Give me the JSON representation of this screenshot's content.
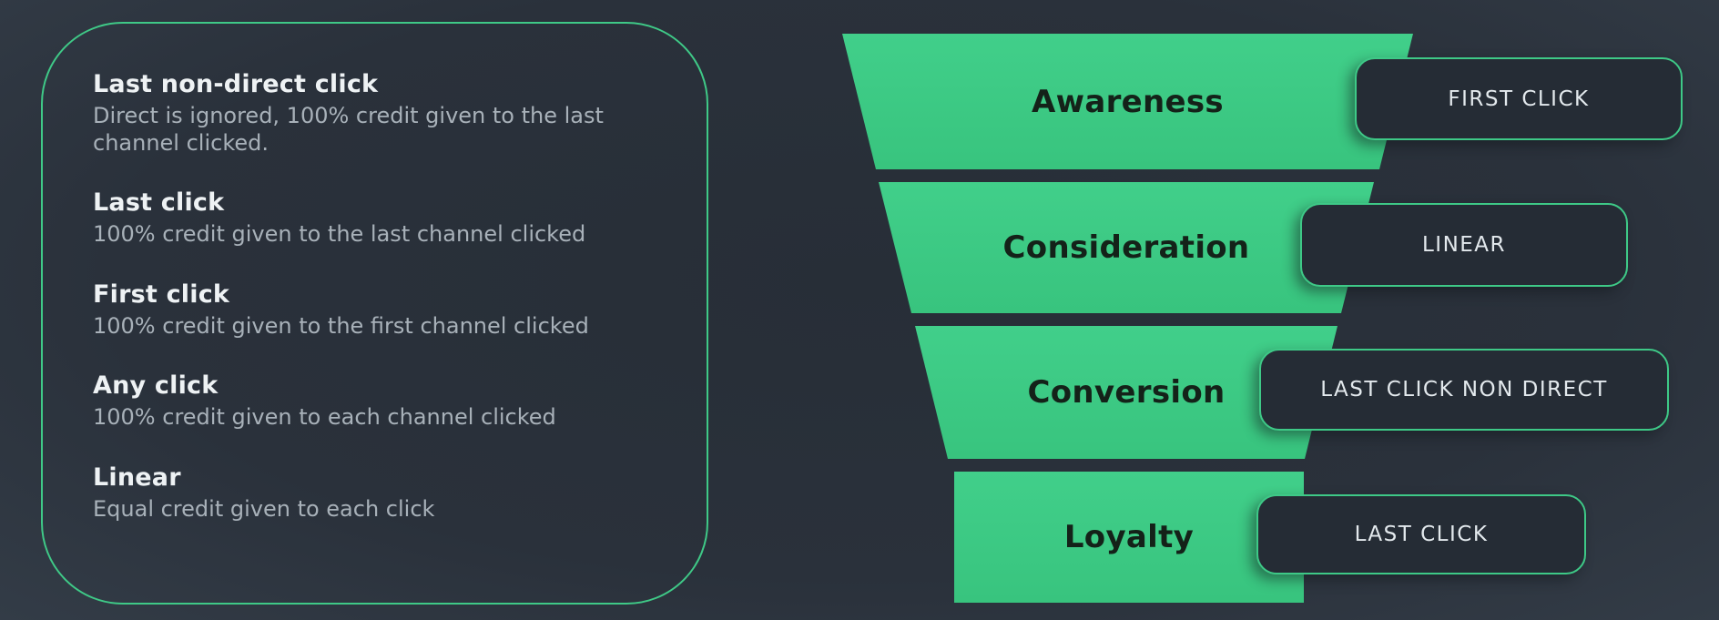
{
  "colors": {
    "background": "#2a313b",
    "funnel_green": "#3dca85",
    "accent_border": "#3fc987",
    "badge_background": "#252c35",
    "badge_text": "#e3e9ed",
    "heading_text": "#eef2f4",
    "body_text": "#a8b1b9",
    "funnel_label_text": "#142219"
  },
  "definitions": {
    "items": [
      {
        "term": "Last non-direct click",
        "description": "Direct is ignored, 100% credit given to the last channel clicked."
      },
      {
        "term": "Last click",
        "description": "100% credit given to the last channel clicked"
      },
      {
        "term": "First click",
        "description": "100% credit given to the first channel clicked"
      },
      {
        "term": "Any click",
        "description": "100% credit given to each channel clicked"
      },
      {
        "term": "Linear",
        "description": "Equal credit given to each click"
      }
    ]
  },
  "funnel": {
    "stages": [
      {
        "label": "Awareness",
        "badge": "FIRST CLICK"
      },
      {
        "label": "Consideration",
        "badge": "LINEAR"
      },
      {
        "label": "Conversion",
        "badge": "LAST CLICK NON DIRECT"
      },
      {
        "label": "Loyalty",
        "badge": "LAST CLICK"
      }
    ]
  }
}
